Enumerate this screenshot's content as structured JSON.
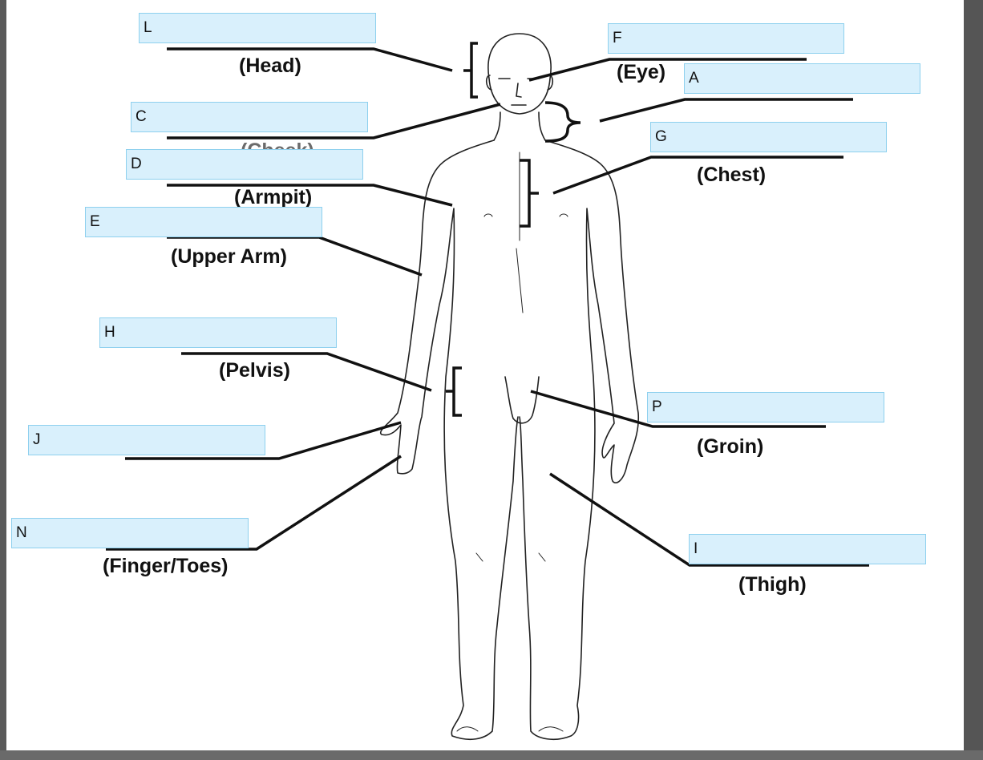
{
  "boxes": [
    {
      "id": "L",
      "letter": "L"
    },
    {
      "id": "F",
      "letter": "F"
    },
    {
      "id": "A",
      "letter": "A"
    },
    {
      "id": "C",
      "letter": "C"
    },
    {
      "id": "G",
      "letter": "G"
    },
    {
      "id": "D",
      "letter": "D"
    },
    {
      "id": "E",
      "letter": "E"
    },
    {
      "id": "H",
      "letter": "H"
    },
    {
      "id": "P",
      "letter": "P"
    },
    {
      "id": "J",
      "letter": "J"
    },
    {
      "id": "N",
      "letter": "N"
    },
    {
      "id": "I",
      "letter": "I"
    }
  ],
  "labels": {
    "head": "(Head)",
    "eye": "(Eye)",
    "cheek": "(Cheek)",
    "armpit": "(Armpit)",
    "chest": "(Chest)",
    "upper_arm": "(Upper Arm)",
    "pelvis": "(Pelvis)",
    "groin": "(Groin)",
    "finger_toes": "(Finger/Toes)",
    "thigh": "(Thigh)"
  },
  "colors": {
    "box_fill": "#d9f0fc",
    "box_border": "#8ed0ee",
    "line": "#111111",
    "background": "#5a5a5a"
  }
}
